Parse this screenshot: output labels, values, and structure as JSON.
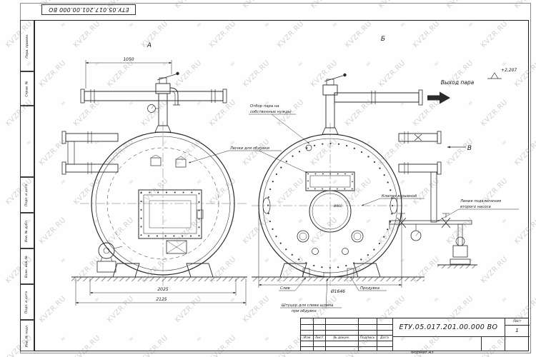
{
  "watermark": {
    "text": "KVZR.RU",
    "logo": "≈"
  },
  "stamp": {
    "doc_number": "ЕТУ.05.017.201.00.000 ВО",
    "format_label": "Формат А3",
    "sheet_label": "Лист",
    "sheet_value": "1",
    "header_cols": {
      "izm": "Изм",
      "list": "Лист",
      "doc": "№ докум.",
      "sign": "Подпись",
      "date": "Дата"
    }
  },
  "margin_labels": {
    "perv_primen": "Перв. примен.",
    "sprav_no": "Справ. №",
    "podp_data_1": "Подп. и дата",
    "inv_dubl": "Инв. № дубл.",
    "vzam_inv": "Взам. инв. №",
    "podp_data_2": "Подп. и дата",
    "inv_podl": "Инв. № подл."
  },
  "views": {
    "a": "А",
    "b": "Б",
    "v": "В"
  },
  "dims": {
    "top_width": "1050",
    "base_width": "2025",
    "overall_width": "2125",
    "shell_dia": "Ø1646",
    "manhole_dia": "Ø400"
  },
  "annotations": {
    "steam_outlet": "Выход пара",
    "elevation": "+2,207",
    "steam_extraction_1": "Отбор пара на",
    "steam_extraction_2": "собственные нужды",
    "blow_hatches": "Лючки для обдувки",
    "explosion_valve": "Клапан взрывной",
    "second_pump_1": "Линия подключения",
    "second_pump_2": "второго насоса",
    "drain": "Слив",
    "blowdown": "Продувка",
    "sludge_1": "Штуцер для слива шлама",
    "sludge_2": "при обдувке"
  }
}
